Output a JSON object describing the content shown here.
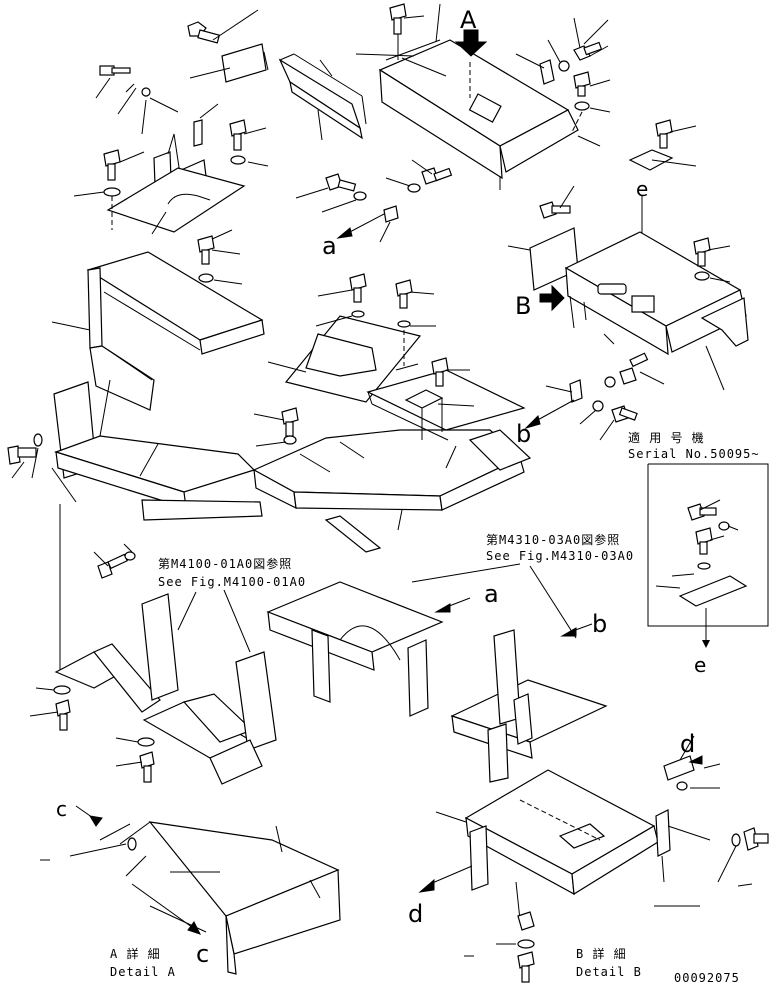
{
  "labels": {
    "A": "A",
    "B": "B",
    "a_upper": "a",
    "a_lower": "a",
    "b_upper": "b",
    "b_lower": "b",
    "c_upper": "c",
    "c_lower": "c",
    "d_upper": "d",
    "d_lower": "d",
    "e_upper": "e",
    "e_lower": "e"
  },
  "serial": {
    "jp": "適 用 号 機",
    "en": "Serial No.50095~"
  },
  "ref_left": {
    "jp": "第M4100-01A0図参照",
    "en": "See Fig.M4100-01A0"
  },
  "ref_right": {
    "jp": "第M4310-03A0図参照",
    "en": "See Fig.M4310-03A0"
  },
  "detail_a": {
    "jp": "A 詳 細",
    "en": "Detail A"
  },
  "detail_b": {
    "jp": "B 詳 細",
    "en": "Detail B"
  },
  "drawing_number": "00092075"
}
